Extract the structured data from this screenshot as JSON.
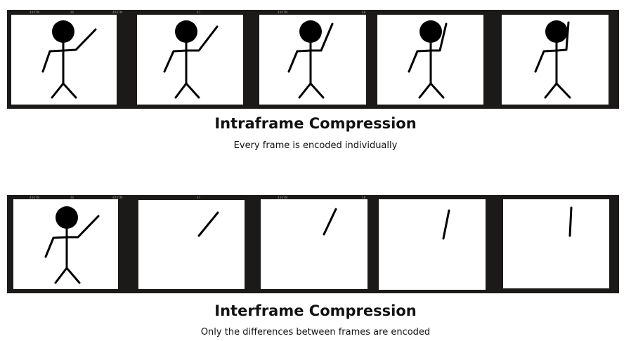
{
  "sections": {
    "intraframe": {
      "title": "Intraframe Compression",
      "caption": "Every frame is encoded individually"
    },
    "interframe": {
      "title": "Interframe Compression",
      "caption": "Only the differences between frames are encoded"
    }
  },
  "film_edge_marks": [
    "400TM",
    "46",
    "400TM",
    "47",
    "400TM",
    "48"
  ],
  "colors": {
    "film": "#1b1a18",
    "frame": "#ffffff",
    "ink": "#000000"
  }
}
